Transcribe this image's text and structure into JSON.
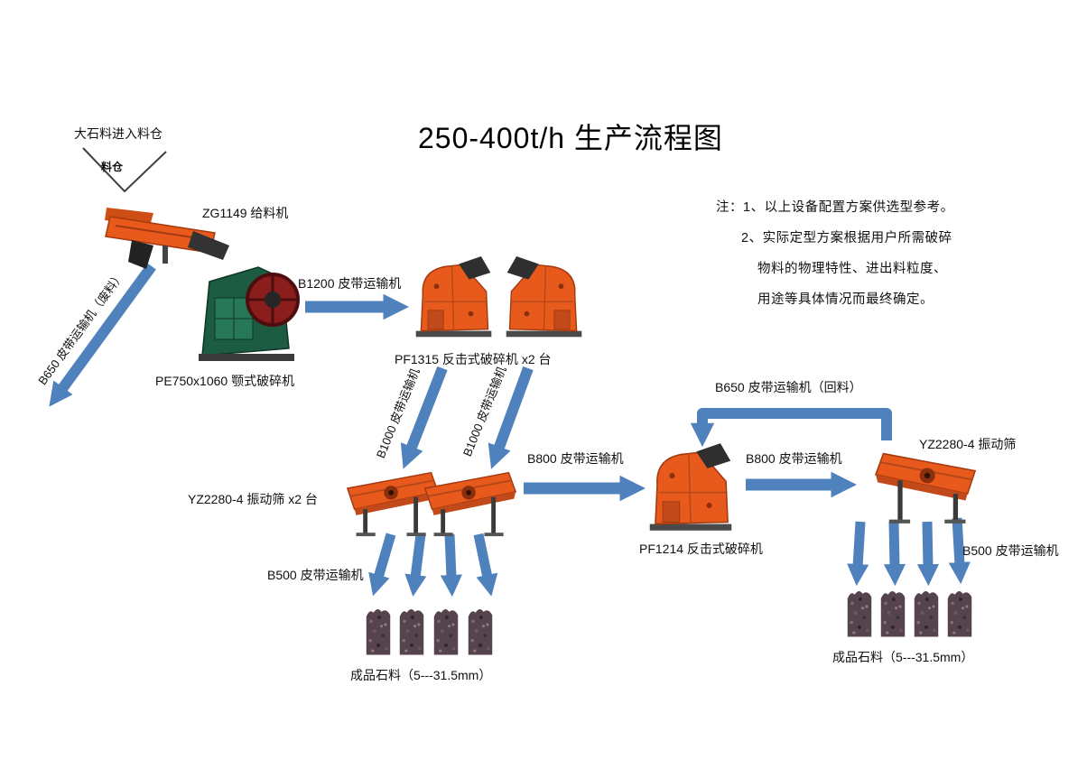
{
  "title": "250-400t/h 生产流程图",
  "feed": {
    "entry_label": "大石料进入料仓",
    "bin_label": "料仓"
  },
  "machines": {
    "feeder": "ZG1149 给料机",
    "jaw_crusher": "PE750x1060 颚式破碎机",
    "impact_crusher_primary": "PF1315 反击式破碎机 x2 台",
    "screens_primary": "YZ2280-4 振动筛 x2 台",
    "impact_crusher_secondary": "PF1214 反击式破碎机",
    "screen_secondary": "YZ2280-4 振动筛"
  },
  "conveyors": {
    "b1200": "B1200 皮带运输机",
    "b650_waste": "B650 皮带运输机（废料）",
    "b1000_left": "B1000 皮带运输机",
    "b1000_right": "B1000 皮带运输机",
    "b800_to_crusher": "B800 皮带运输机",
    "b800_to_screen": "B800 皮带运输机",
    "b650_return": "B650 皮带运输机（回料）",
    "b500_left": "B500 皮带运输机",
    "b500_right": "B500 皮带运输机"
  },
  "products": {
    "left": "成品石料（5---31.5mm）",
    "right": "成品石料（5---31.5mm）"
  },
  "notes": [
    "注：1、以上设备配置方案供选型参考。",
    "2、实际定型方案根据用户所需破碎",
    "物料的物理特性、进出料粒度、",
    "用途等具体情况而最终确定。"
  ],
  "colors": {
    "arrow_blue": "#4f81bd",
    "machine_orange": "#e8591c",
    "machine_green": "#1c5c42",
    "flywheel_red": "#8b1d1d",
    "gravel": "#55434e"
  }
}
